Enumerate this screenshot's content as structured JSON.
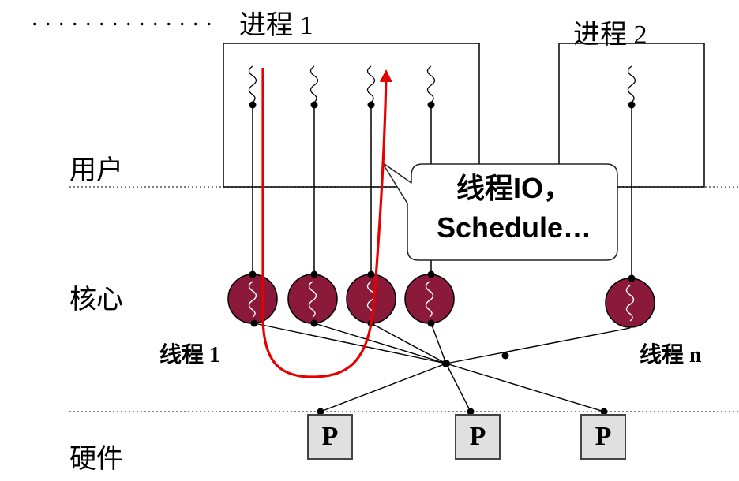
{
  "header": {
    "dots": ". . . . . . . . . . . . . ."
  },
  "processes": [
    {
      "label": "进程 1",
      "thread_count": 4
    },
    {
      "label": "进程 2",
      "thread_count": 1
    }
  ],
  "layers": {
    "user": "用户",
    "kernel": "核心",
    "hardware": "硬件"
  },
  "thread_labels": {
    "first": "线程 1",
    "last": "线程 n"
  },
  "callout": {
    "line1": "线程IO，",
    "line2": "Schedule…"
  },
  "processors": [
    {
      "label": "P"
    },
    {
      "label": "P"
    },
    {
      "label": "P"
    }
  ],
  "colors": {
    "kernel_thread_fill": "#8b1a3a",
    "flow_arrow": "#e60000",
    "processor_fill": "#e0e0e0"
  }
}
